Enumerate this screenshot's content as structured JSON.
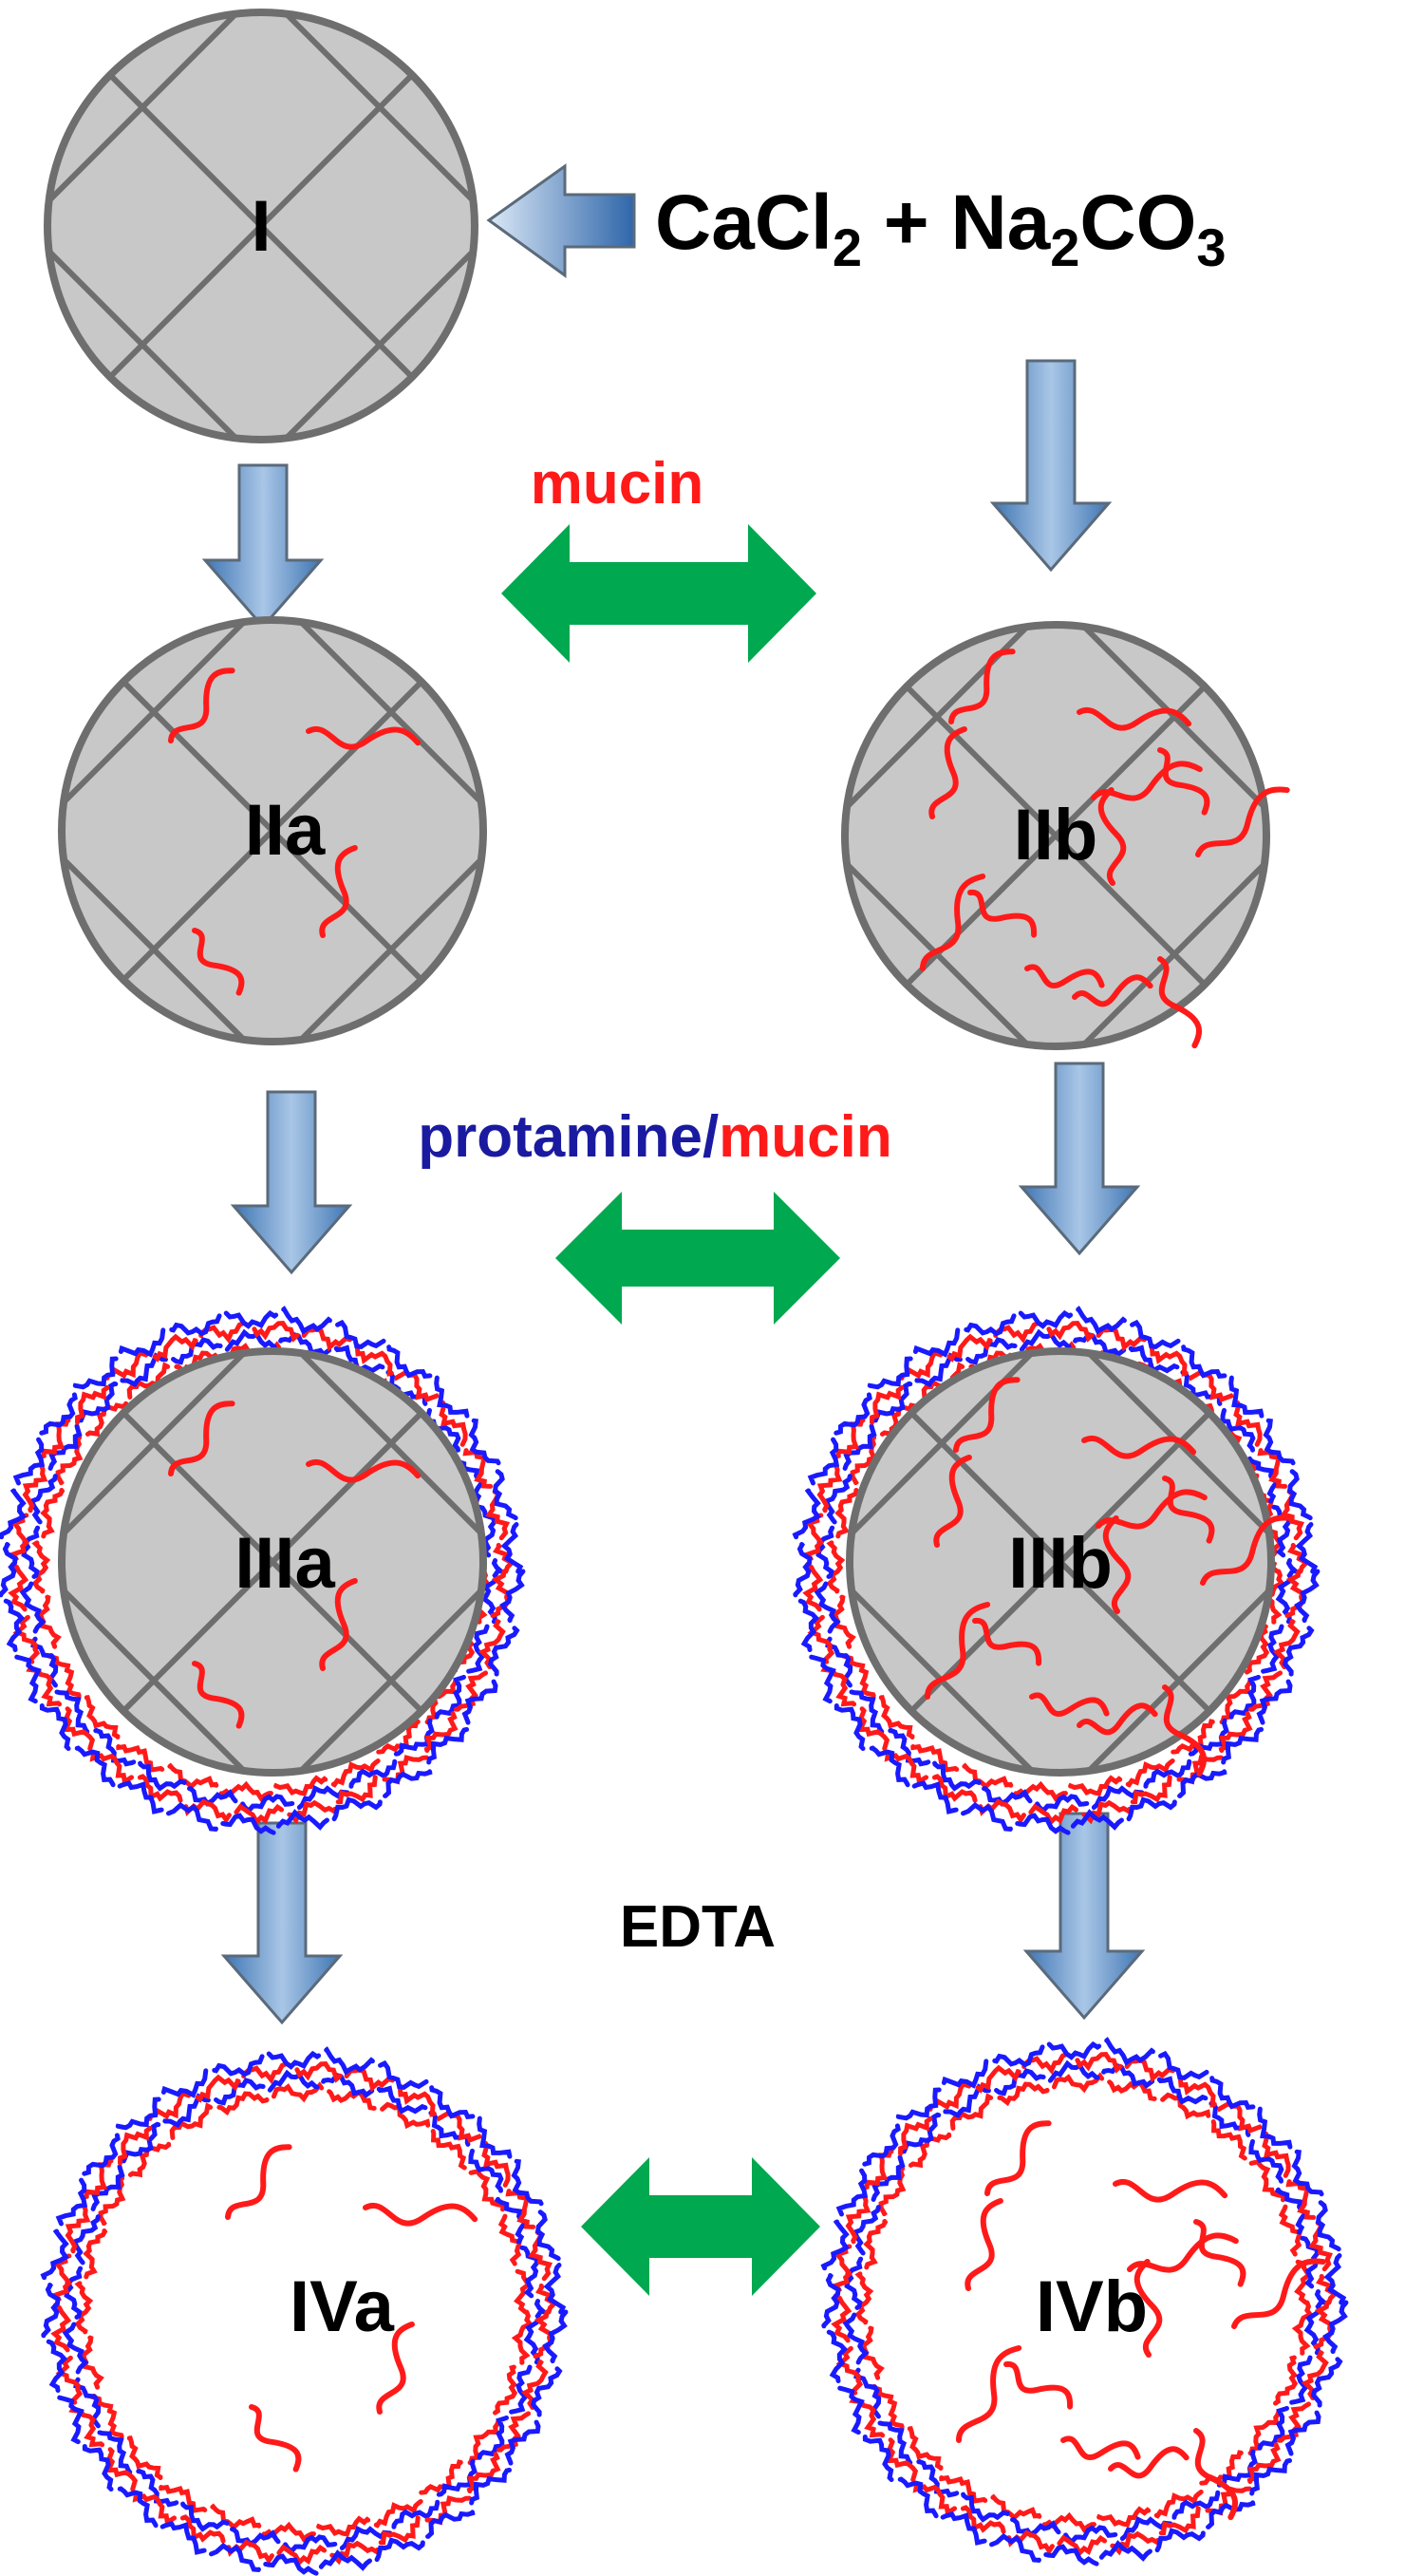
{
  "colors": {
    "core_fill": "#c8c8c8",
    "core_stroke": "#6e6e6e",
    "mucin": "#ff1a1a",
    "protamine": "#1a1aff",
    "arrow_blue_light": "#dbe8f6",
    "arrow_blue_dark": "#3f76b4",
    "arrow_green": "#00a84f",
    "text": "#000000"
  },
  "formula": {
    "ca": "CaCl",
    "ca_sub": "2",
    "plus": " + ",
    "na": "Na",
    "na_sub": "2",
    "co": "CO",
    "co_sub": "3"
  },
  "reagents": {
    "mucin": "mucin",
    "protamine": "protamine",
    "slash": "/",
    "mucin2": "mucin",
    "edta": "EDTA"
  },
  "nodes": {
    "I": "I",
    "IIa": "IIa",
    "IIb": "IIb",
    "IIIa": "IIIa",
    "IIIb": "IIIb",
    "IVa": "IVa",
    "IVb": "IVb"
  }
}
